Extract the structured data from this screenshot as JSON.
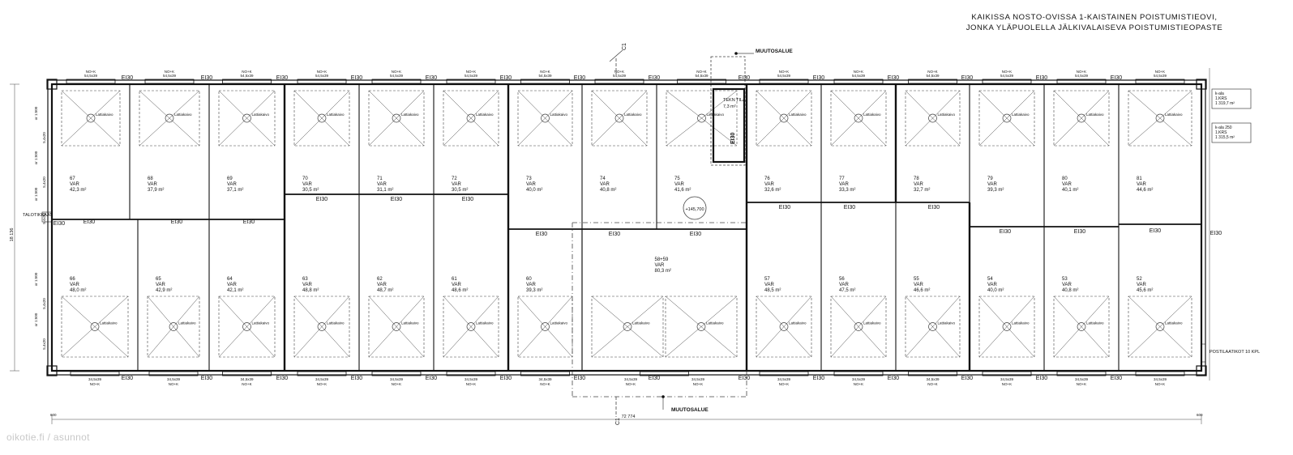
{
  "header_note": {
    "line1": "KAIKISSA NOSTO-OVISSA 1-KAISTAINEN POISTUMISTIEOVI,",
    "line2": "JONKA YLÄPUOLELLA JÄLKIVALAISEVA POISTUMISTIEOPASTE"
  },
  "labels": {
    "change_area_top": "MUUTOSALUE",
    "change_area_bottom": "MUUTOSALUE",
    "section_top": "C1",
    "section_bottom": "C1",
    "left_side": "TALOTIKKAAT",
    "right_side": "POSTILAATIKOT 10 KPL",
    "level_marker": "+145,700",
    "total_width": "72 774",
    "total_height": "18 136",
    "wall_class": "EI30",
    "tech_room": "TEKN TILA",
    "tech_area": "7,3 m²",
    "room_use": "VAR",
    "top_door": "54,5x39",
    "bottom_door": "34,5x39",
    "door_type": "NO+K",
    "drain_label": "Lattiakaivo",
    "dim_left": "5,4x20",
    "dim_right": "600",
    "wall_ratio": "or 1:500"
  },
  "area_box_1": {
    "line1": "k-ala",
    "line2": "1.KRS",
    "line3": "1 319,7 m²"
  },
  "area_box_2": {
    "line1": "k-ala 250",
    "line2": "1.KRS",
    "line3": "1 315,5 m²"
  },
  "top_rooms": [
    {
      "no": "67",
      "area": "42,3 m²"
    },
    {
      "no": "68",
      "area": "37,9 m²"
    },
    {
      "no": "69",
      "area": "37,1 m²"
    },
    {
      "no": "70",
      "area": "30,5 m²"
    },
    {
      "no": "71",
      "area": "31,1 m²"
    },
    {
      "no": "72",
      "area": "30,5 m²"
    },
    {
      "no": "73",
      "area": "40,0 m²"
    },
    {
      "no": "74",
      "area": "40,8 m²"
    },
    {
      "no": "75",
      "area": "41,6 m²"
    },
    {
      "no": "76",
      "area": "32,6 m²"
    },
    {
      "no": "77",
      "area": "33,3 m²"
    },
    {
      "no": "78",
      "area": "32,7 m²"
    },
    {
      "no": "79",
      "area": "39,3 m²"
    },
    {
      "no": "80",
      "area": "40,1 m²"
    },
    {
      "no": "81",
      "area": "44,6 m²"
    }
  ],
  "bottom_rooms": [
    {
      "no": "66",
      "area": "48,0 m²"
    },
    {
      "no": "65",
      "area": "42,9 m²"
    },
    {
      "no": "64",
      "area": "42,1 m²"
    },
    {
      "no": "63",
      "area": "48,8 m²"
    },
    {
      "no": "62",
      "area": "48,7 m²"
    },
    {
      "no": "61",
      "area": "48,6 m²"
    },
    {
      "no": "60",
      "area": "39,3 m²"
    },
    {
      "no": "58+59",
      "area": "80,3 m²"
    },
    {
      "no": "57",
      "area": "48,5 m²"
    },
    {
      "no": "56",
      "area": "47,5 m²"
    },
    {
      "no": "55",
      "area": "46,6 m²"
    },
    {
      "no": "54",
      "area": "40,0 m²"
    },
    {
      "no": "53",
      "area": "40,8 m²"
    },
    {
      "no": "52",
      "area": "45,6 m²"
    }
  ],
  "watermark": "oikotie.fi / asunnot"
}
